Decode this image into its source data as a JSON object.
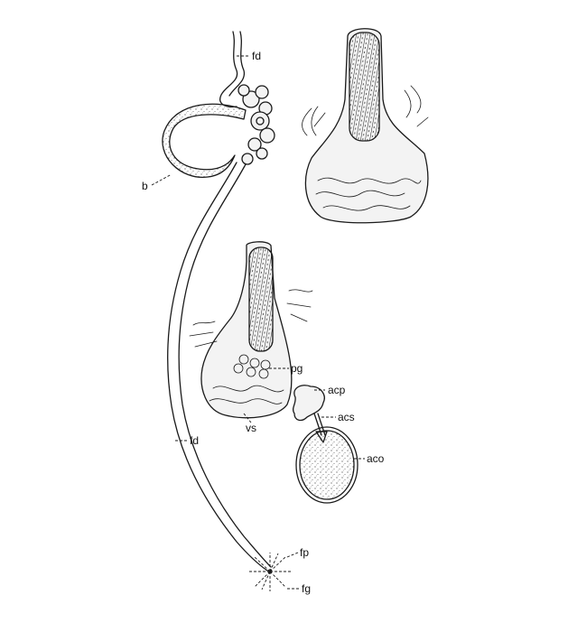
{
  "labels": {
    "fd_top": "fd",
    "b": "b",
    "pg": "pg",
    "vs": "vs",
    "fd_mid": "fd",
    "acp": "acp",
    "acs": "acs",
    "aco": "aco",
    "fp": "fp",
    "fg": "fg"
  }
}
